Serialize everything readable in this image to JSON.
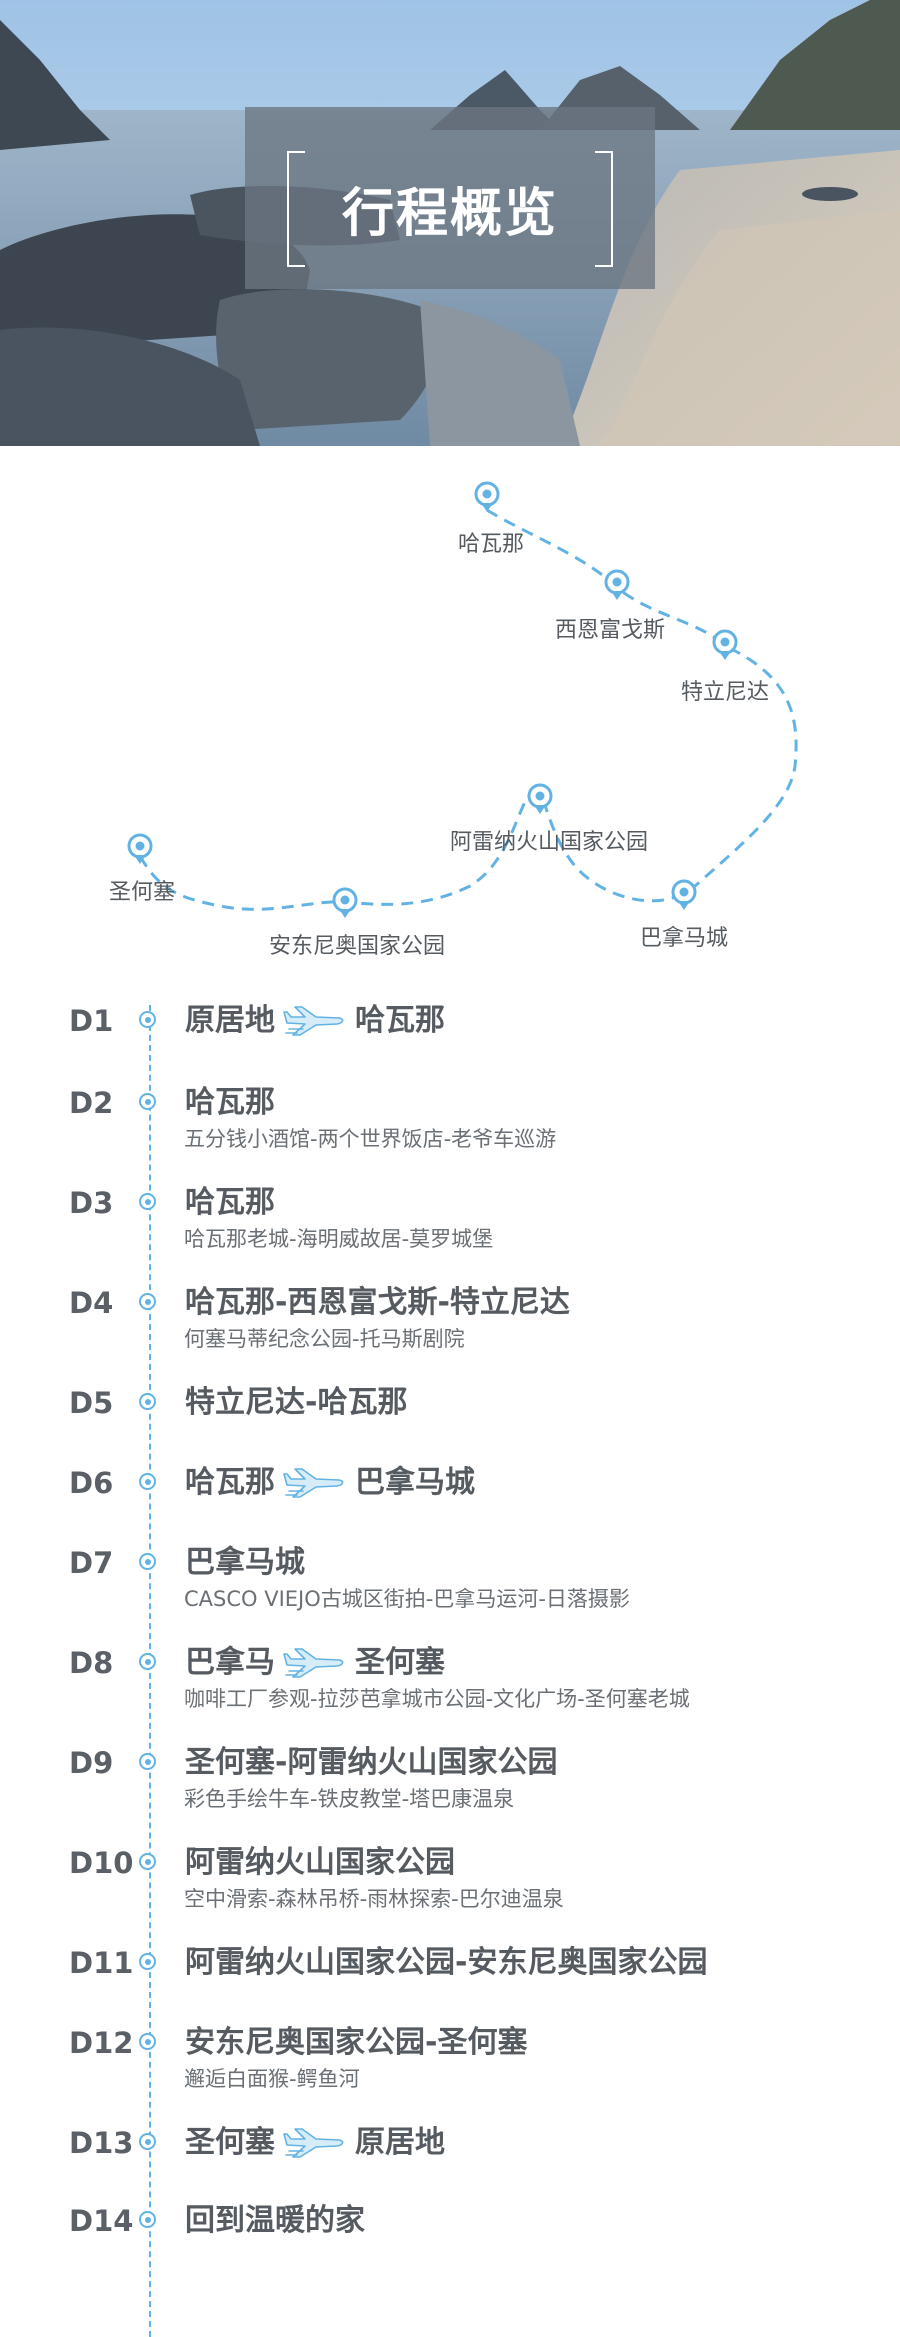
{
  "header": {
    "title": "行程概览"
  },
  "route": {
    "stops": [
      "哈瓦那",
      "西恩富戈斯",
      "特立尼达",
      "阿雷纳火山国家公园",
      "巴拿马城",
      "圣何塞",
      "安东尼奥国家公园"
    ]
  },
  "itinerary": {
    "days": [
      {
        "day": "D1",
        "from": "原居地",
        "to": "哈瓦那"
      },
      {
        "day": "D2",
        "title": "哈瓦那",
        "detail": "五分钱小酒馆-两个世界饭店-老爷车巡游"
      },
      {
        "day": "D3",
        "title": "哈瓦那",
        "detail": "哈瓦那老城-海明威故居-莫罗城堡"
      },
      {
        "day": "D4",
        "title": "哈瓦那-西恩富戈斯-特立尼达",
        "detail": "何塞马蒂纪念公园-托马斯剧院"
      },
      {
        "day": "D5",
        "title": "特立尼达-哈瓦那"
      },
      {
        "day": "D6",
        "from": "哈瓦那",
        "to": "巴拿马城"
      },
      {
        "day": "D7",
        "title": "巴拿马城",
        "detail": "CASCO VIEJO古城区街拍-巴拿马运河-日落摄影"
      },
      {
        "day": "D8",
        "from": "巴拿马",
        "to": "圣何塞",
        "detail": "咖啡工厂参观-拉莎芭拿城市公园-文化广场-圣何塞老城"
      },
      {
        "day": "D9",
        "title": "圣何塞-阿雷纳火山国家公园",
        "detail": "彩色手绘牛车-铁皮教堂-塔巴康温泉"
      },
      {
        "day": "D10",
        "title": "阿雷纳火山国家公园",
        "detail": "空中滑索-森林吊桥-雨林探索-巴尔迪温泉"
      },
      {
        "day": "D11",
        "title": "阿雷纳火山国家公园-安东尼奥国家公园"
      },
      {
        "day": "D12",
        "title": "安东尼奥国家公园-圣何塞",
        "detail": "邂逅白面猴-鳄鱼河"
      },
      {
        "day": "D13",
        "from": "圣何塞",
        "to": "原居地"
      },
      {
        "day": "D14",
        "title": "回到温暖的家"
      }
    ]
  },
  "colors": {
    "accent": "#62b3e4",
    "text": "#555b60",
    "subtext": "#6a7075"
  },
  "icons": {
    "pin": "map-pin-icon",
    "plane": "airplane-icon",
    "dot": "timeline-dot-icon"
  }
}
